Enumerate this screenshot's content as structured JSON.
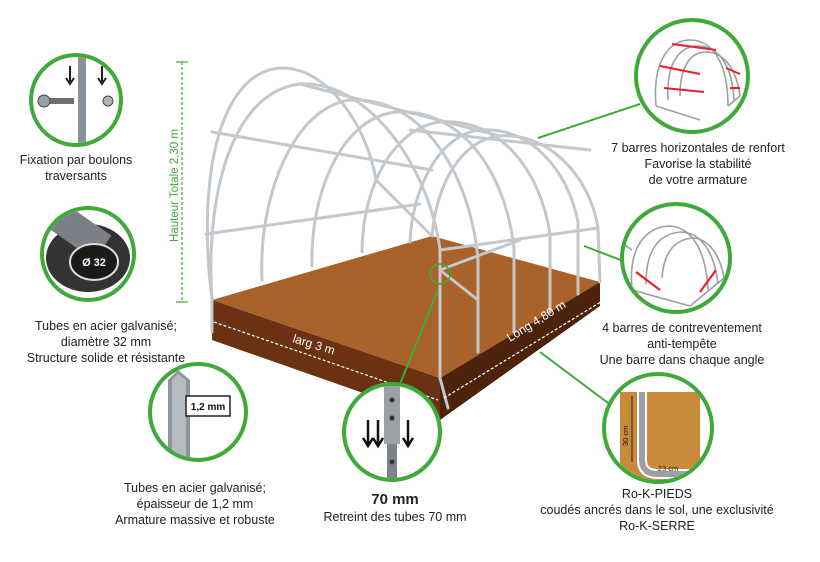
{
  "dimensions": {
    "height_label": "Hauteur Totale 2,30 m",
    "width_label": "larg 3 m",
    "length_label": "Long 4,80 m"
  },
  "callouts": {
    "bolts": {
      "lines": [
        "Fixation par boulons",
        "traversants"
      ]
    },
    "diameter": {
      "badge": "Ø 32",
      "lines": [
        "Tubes en acier galvanisé;",
        "diamètre 32 mm",
        "Structure solide et résistante"
      ]
    },
    "thickness": {
      "badge": "1,2 mm",
      "lines": [
        "Tubes en acier galvanisé;",
        "épaisseur de 1,2 mm",
        "Armature massive et robuste"
      ]
    },
    "shrink": {
      "title": "70 mm",
      "lines": [
        "Retreint des tubes 70 mm"
      ]
    },
    "horizontal": {
      "lines": [
        "7 barres horizontales de renfort",
        "Favorise la stabilité",
        "de votre armature"
      ]
    },
    "bracing": {
      "lines": [
        "4 barres de contreventement",
        "anti-tempête",
        "Une barre dans chaque angle"
      ]
    },
    "feet": {
      "dim_v": "30 cm",
      "dim_h": "23 cm",
      "lines": [
        "Ro-K-PIEDS",
        "coudés ancrés dans le sol, une exclusivité",
        "Ro-K-SERRE"
      ]
    }
  },
  "colors": {
    "green": "#3faa3a",
    "soil_top": "#a8622a",
    "soil_side": "#5e2c0f",
    "tube": "#c9ced2",
    "red_bar": "#e8202a"
  }
}
